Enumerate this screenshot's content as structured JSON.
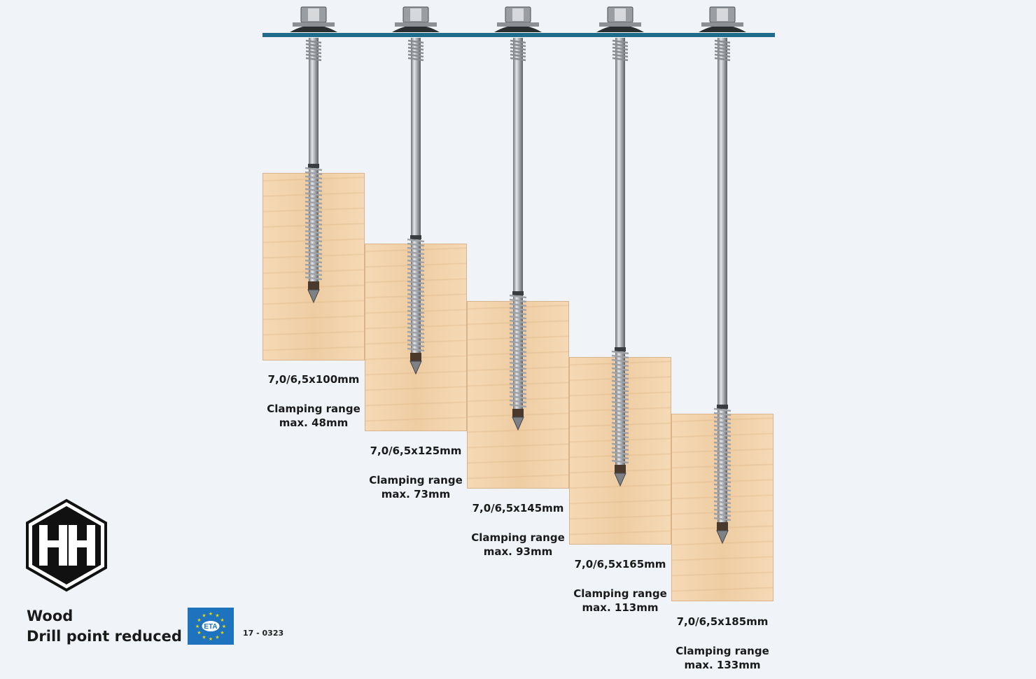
{
  "brand": {
    "category": "Wood",
    "subtitle": "Drill point reduced",
    "certification_label": "ETA",
    "certification_code": "17 - 0323",
    "colors": {
      "plate": "#1f6b8c",
      "wood": "#f2d1a8",
      "eta_blue": "#1e73be",
      "eta_star": "#f5d400",
      "text": "#1a1a1a"
    }
  },
  "screws": [
    {
      "size": "7,0/6,5x100mm",
      "range_title": "Clamping range",
      "range_value": "max. 48mm"
    },
    {
      "size": "7,0/6,5x125mm",
      "range_title": "Clamping range",
      "range_value": "max. 73mm"
    },
    {
      "size": "7,0/6,5x145mm",
      "range_title": "Clamping range",
      "range_value": "max. 93mm"
    },
    {
      "size": "7,0/6,5x165mm",
      "range_title": "Clamping range",
      "range_value": "max. 113mm"
    },
    {
      "size": "7,0/6,5x185mm",
      "range_title": "Clamping range",
      "range_value": "max. 133mm"
    }
  ]
}
